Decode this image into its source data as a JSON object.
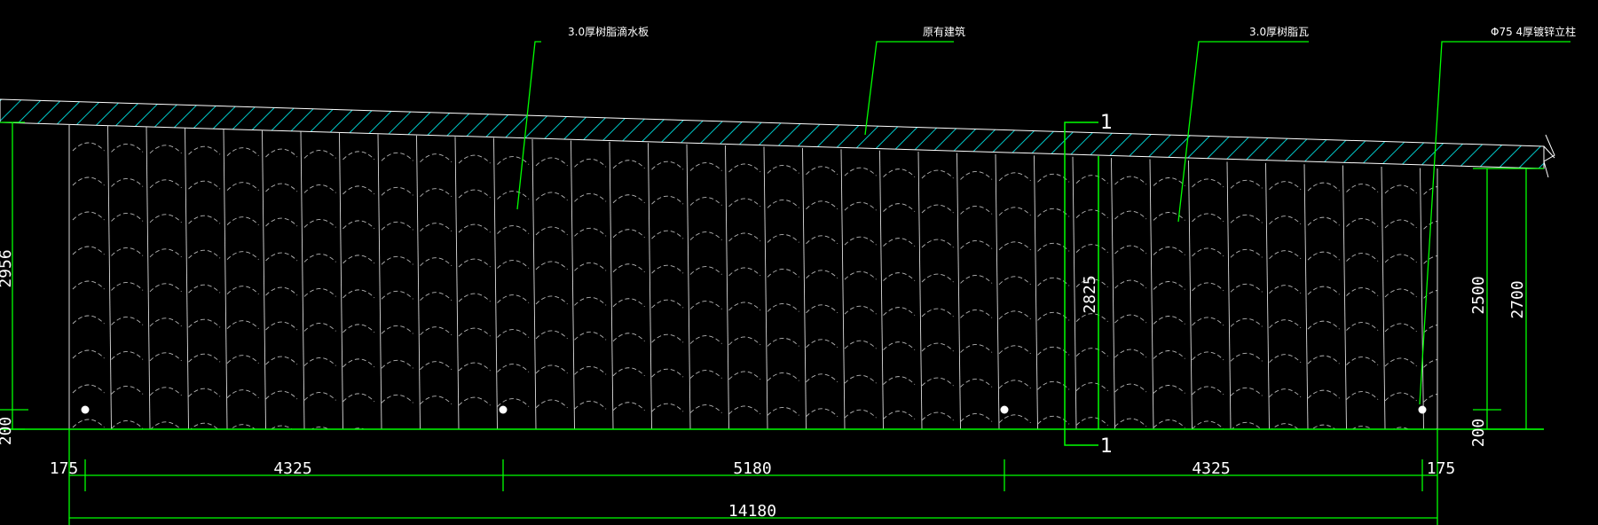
{
  "colors": {
    "background": "#000000",
    "dimension_line": "#00ff00",
    "leader_line": "#00ff00",
    "hatch": "#00c8c8",
    "text": "#ffffff",
    "tile_outline": "#dcdcdc",
    "tile_dash": "#b4b4b4"
  },
  "labels": {
    "resin_gutter": "3.0厚树脂滴水板",
    "existing_building": "原有建筑",
    "resin_tile": "3.0厚树脂瓦",
    "galvanized_column": "Φ75 4厚镀锌立柱"
  },
  "section_mark": {
    "top": "1",
    "bottom": "1"
  },
  "dims": {
    "left_height": "2956",
    "left_base": "200",
    "mid_height": "2825",
    "right_height_a": "2500",
    "right_height_b": "2700",
    "right_base": "200",
    "seg_left_edge": "175",
    "seg_1": "4325",
    "seg_2": "5180",
    "seg_3": "4325",
    "seg_right_edge": "175",
    "total": "14180"
  }
}
